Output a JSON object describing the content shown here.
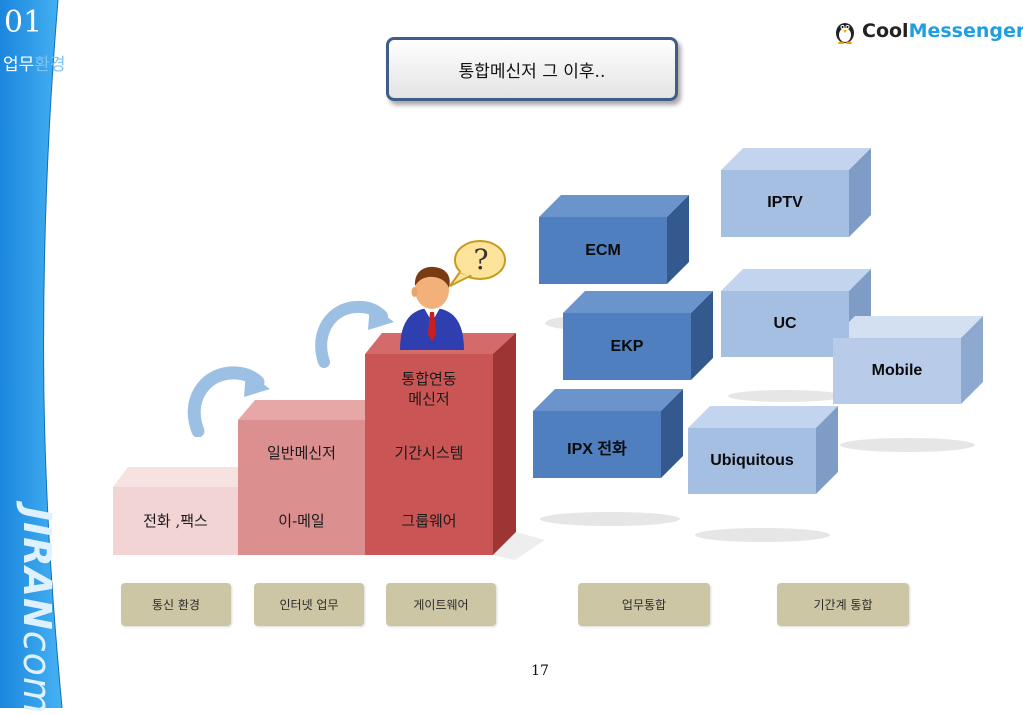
{
  "section": {
    "number": "01",
    "title_main": "업무",
    "title_tail": "환경"
  },
  "brand_vertical": {
    "bold": "JIRAN",
    "light": "com"
  },
  "logo": {
    "part1": "Cool",
    "part2": "Messenger"
  },
  "slide_title": "통합메신저 그 이후..",
  "question_mark": "?",
  "steps": {
    "col1": {
      "row1": "전화 ,팩스"
    },
    "col2": {
      "row1": "이-메일",
      "row2": "일반메신저"
    },
    "col3": {
      "row1": "그룹웨어",
      "row2": "기간시스템",
      "row3": "통합연동\n메신저"
    }
  },
  "cubes": {
    "ecm": "ECM",
    "ekp": "EKP",
    "ipx": "IPX 전화",
    "iptv": "IPTV",
    "uc": "UC",
    "mobile": "Mobile",
    "ubiquitous": "Ubiquitous"
  },
  "categories": [
    "통신 환경",
    "인터넷 업무",
    "게이트웨어",
    "업무통합",
    "기간계 통합"
  ],
  "page_number": "17",
  "colors": {
    "band_blue": "#2a97e8",
    "step_light": "#f3d4d4",
    "step_mid": "#dc8f8f",
    "step_dark": "#c95555",
    "cube_blue": "#4f7fbf",
    "cube_light": "#a5bfe3",
    "category_bg": "#cdc6a5",
    "title_border": "#3e5e86"
  }
}
